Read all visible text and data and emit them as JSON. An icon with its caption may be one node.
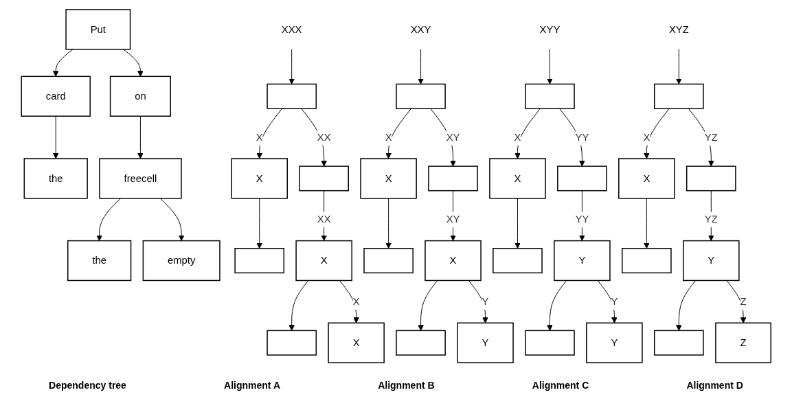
{
  "diagram": {
    "nodes": [
      {
        "text": [
          "Put"
        ]
      },
      {
        "text": [
          "card"
        ]
      },
      {
        "text": [
          "on"
        ]
      },
      {
        "text": [
          "the"
        ]
      },
      {
        "text": [
          "freecell"
        ]
      },
      {
        "text": [
          "the"
        ]
      },
      {
        "text": [
          "empty"
        ]
      },
      {
        "text": [
          "XXX"
        ]
      },
      {
        "text": [],
        "shape": "box"
      },
      {
        "text": [
          "X"
        ]
      },
      {
        "text": [],
        "shape": "box"
      },
      {
        "text": [],
        "shape": "box"
      },
      {
        "text": [
          "X"
        ]
      },
      {
        "text": [],
        "shape": "box"
      },
      {
        "text": [
          "X"
        ]
      },
      {
        "text": [
          "XXY"
        ]
      },
      {
        "text": [],
        "shape": "box"
      },
      {
        "text": [
          "X"
        ]
      },
      {
        "text": [],
        "shape": "box"
      },
      {
        "text": [],
        "shape": "box"
      },
      {
        "text": [
          "X"
        ]
      },
      {
        "text": [],
        "shape": "box"
      },
      {
        "text": [
          "Y"
        ]
      },
      {
        "text": [
          "XYY"
        ]
      },
      {
        "text": [],
        "shape": "box"
      },
      {
        "text": [
          "X"
        ]
      },
      {
        "text": [],
        "shape": "box"
      },
      {
        "text": [],
        "shape": "box"
      },
      {
        "text": [
          "Y"
        ]
      },
      {
        "text": [],
        "shape": "box"
      },
      {
        "text": [
          "Y"
        ]
      },
      {
        "text": [
          "XYZ"
        ]
      },
      {
        "text": [],
        "shape": "box"
      },
      {
        "text": [
          "X"
        ]
      },
      {
        "text": [],
        "shape": "box"
      },
      {
        "text": [],
        "shape": "box"
      },
      {
        "text": [
          "Y"
        ]
      },
      {
        "text": [],
        "shape": "box"
      },
      {
        "text": [
          "Z"
        ]
      }
    ],
    "edges": [
      {
        "from": 0,
        "to": 1,
        "arrow": "to"
      },
      {
        "from": 0,
        "to": 2,
        "arrow": "to"
      },
      {
        "from": 1,
        "to": 3,
        "arrow": "to"
      },
      {
        "from": 2,
        "to": 4,
        "arrow": "to"
      },
      {
        "from": 4,
        "to": 5,
        "arrow": "to"
      },
      {
        "from": 4,
        "to": 6,
        "arrow": "to"
      },
      {
        "from": 7,
        "to": 8,
        "arrow": "to"
      },
      {
        "from": 8,
        "to": 9,
        "arrow": "to",
        "label": "X"
      },
      {
        "from": 8,
        "to": 10,
        "arrow": "to",
        "label": "XX"
      },
      {
        "from": 9,
        "to": 11,
        "arrow": "to"
      },
      {
        "from": 10,
        "to": 12,
        "arrow": "to",
        "label": "XX"
      },
      {
        "from": 12,
        "to": 13,
        "arrow": "to"
      },
      {
        "from": 12,
        "to": 14,
        "arrow": "to",
        "label": "X"
      },
      {
        "from": 15,
        "to": 16,
        "arrow": "to"
      },
      {
        "from": 16,
        "to": 17,
        "arrow": "to",
        "label": "X"
      },
      {
        "from": 16,
        "to": 18,
        "arrow": "to",
        "label": "XY"
      },
      {
        "from": 17,
        "to": 19,
        "arrow": "to"
      },
      {
        "from": 18,
        "to": 20,
        "arrow": "to",
        "label": "XY"
      },
      {
        "from": 20,
        "to": 21,
        "arrow": "to"
      },
      {
        "from": 20,
        "to": 22,
        "arrow": "to",
        "label": "Y"
      },
      {
        "from": 23,
        "to": 24,
        "arrow": "to"
      },
      {
        "from": 24,
        "to": 25,
        "arrow": "to",
        "label": "X"
      },
      {
        "from": 24,
        "to": 26,
        "arrow": "to",
        "label": "YY"
      },
      {
        "from": 25,
        "to": 27,
        "arrow": "to"
      },
      {
        "from": 26,
        "to": 28,
        "arrow": "to",
        "label": "YY"
      },
      {
        "from": 28,
        "to": 29,
        "arrow": "to"
      },
      {
        "from": 28,
        "to": 30,
        "arrow": "to",
        "label": "Y"
      },
      {
        "from": 31,
        "to": 32,
        "arrow": "to"
      },
      {
        "from": 32,
        "to": 33,
        "arrow": "to",
        "label": "X"
      },
      {
        "from": 32,
        "to": 34,
        "arrow": "to",
        "label": "YZ"
      },
      {
        "from": 33,
        "to": 35,
        "arrow": "to"
      },
      {
        "from": 34,
        "to": 36,
        "arrow": "to",
        "label": "YZ"
      },
      {
        "from": 36,
        "to": 37,
        "arrow": "to"
      },
      {
        "from": 36,
        "to": 38,
        "arrow": "to",
        "label": "Z"
      }
    ],
    "labels": [
      "Dependency tree",
      "Alignment A",
      "Alignment B",
      "Alignment C",
      "Alignment D"
    ]
  }
}
